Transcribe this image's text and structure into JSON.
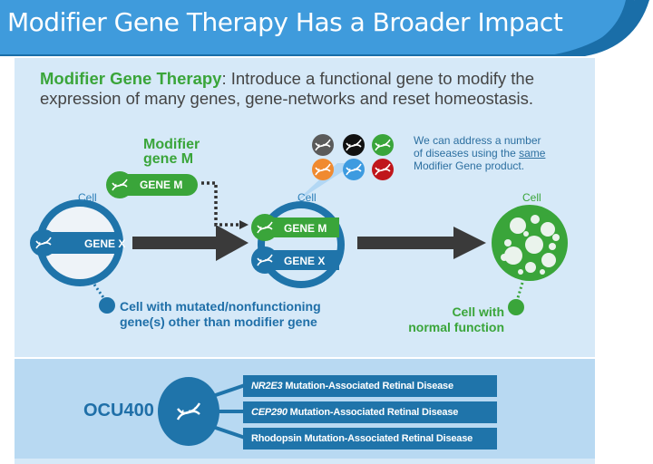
{
  "header": {
    "title": "Modifier Gene Therapy Has a Broader Impact"
  },
  "intro": {
    "highlight": "Modifier Gene Therapy",
    "text": ": Introduce a functional gene to modify the expression of many genes, gene-networks and reset homeostasis."
  },
  "diagram": {
    "modifier_title_line1": "Modifier",
    "modifier_title_line2": "gene M",
    "gene_m_label": "GENE M",
    "gene_x_label": "GENE X",
    "cell_label": "Cell",
    "note_line1": "We can address a number",
    "note_line2_prefix": "of diseases using the ",
    "note_line2_underlined": "same",
    "note_line3": "Modifier Gene product.",
    "caption_left_line1": "Cell with mutated/nonfunctioning",
    "caption_left_line2": "gene(s) other than modifier gene",
    "caption_right_line1": "Cell with",
    "caption_right_line2": "normal function",
    "disease_dot_colors": [
      "#5a5a5a",
      "#111111",
      "#3aa53a",
      "#f08a30",
      "#3d9be0",
      "#c0161b"
    ]
  },
  "colors": {
    "brand_blue": "#1f74aa",
    "banner_blue": "#3f9bdc",
    "green": "#3aa53a",
    "arrow": "#3a3a3a"
  },
  "product": {
    "name": "OCU400",
    "diseases": [
      {
        "gene": "NR2E3",
        "label": " Mutation-Associated Retinal Disease"
      },
      {
        "gene": "CEP290",
        "label": " Mutation-Associated Retinal Disease"
      },
      {
        "gene": "",
        "label": "Rhodopsin Mutation-Associated Retinal Disease"
      }
    ]
  }
}
